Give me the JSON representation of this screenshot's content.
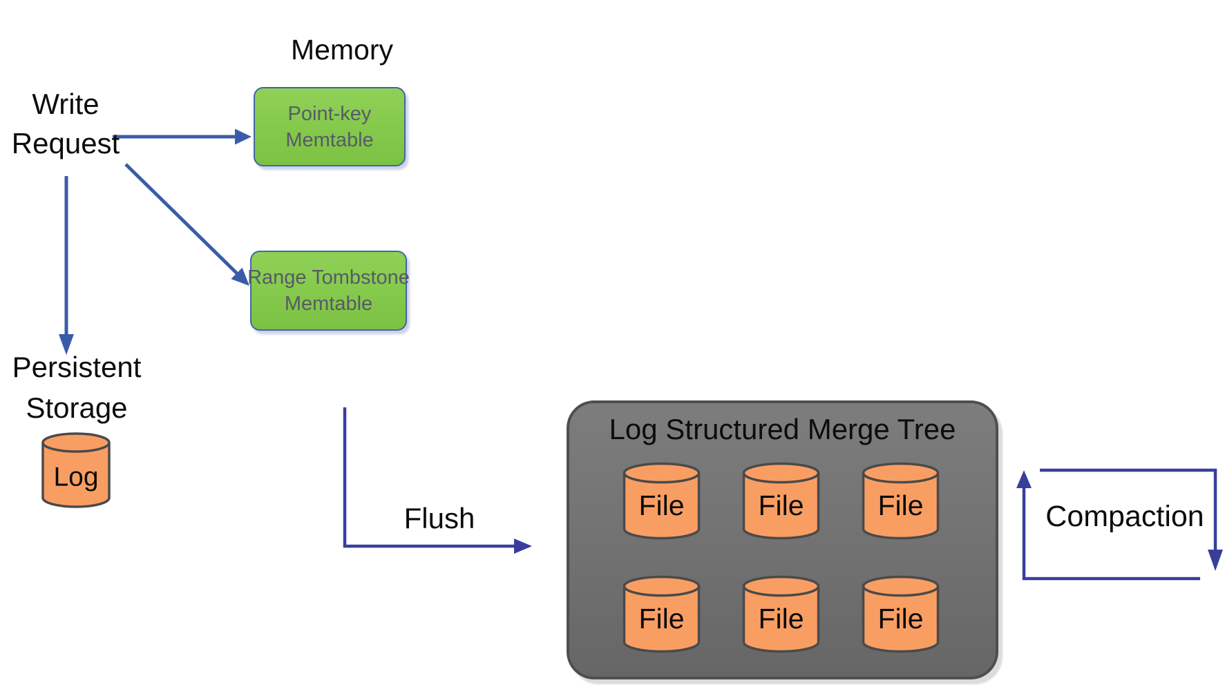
{
  "labels": {
    "memory": "Memory",
    "write_request": [
      "Write",
      "Request"
    ],
    "persistent_storage": [
      "Persistent",
      "Storage"
    ],
    "flush": "Flush",
    "compaction": "Compaction"
  },
  "memory_section": {
    "memtables": [
      {
        "line1": "Point-key",
        "line2": "Memtable"
      },
      {
        "line1": "Range Tombstone",
        "line2": "Memtable"
      }
    ]
  },
  "persistent_section": {
    "log": "Log"
  },
  "lsm_tree": {
    "title": "Log Structured Merge Tree",
    "files": [
      "File",
      "File",
      "File",
      "File",
      "File",
      "File"
    ]
  },
  "colors": {
    "memtable_fill": "#85CC4B",
    "memtable_border": "#4165A8",
    "memtable_text": "#565B66",
    "write_arrow_blue": "#3A5CA8",
    "flow_arrow_indigo": "#393E9C",
    "lsm_box_fill": "#717171",
    "lsm_box_border": "#4E4E4E",
    "cylinder_fill": "#F99E63",
    "cylinder_stroke": "#4A4A4A"
  }
}
